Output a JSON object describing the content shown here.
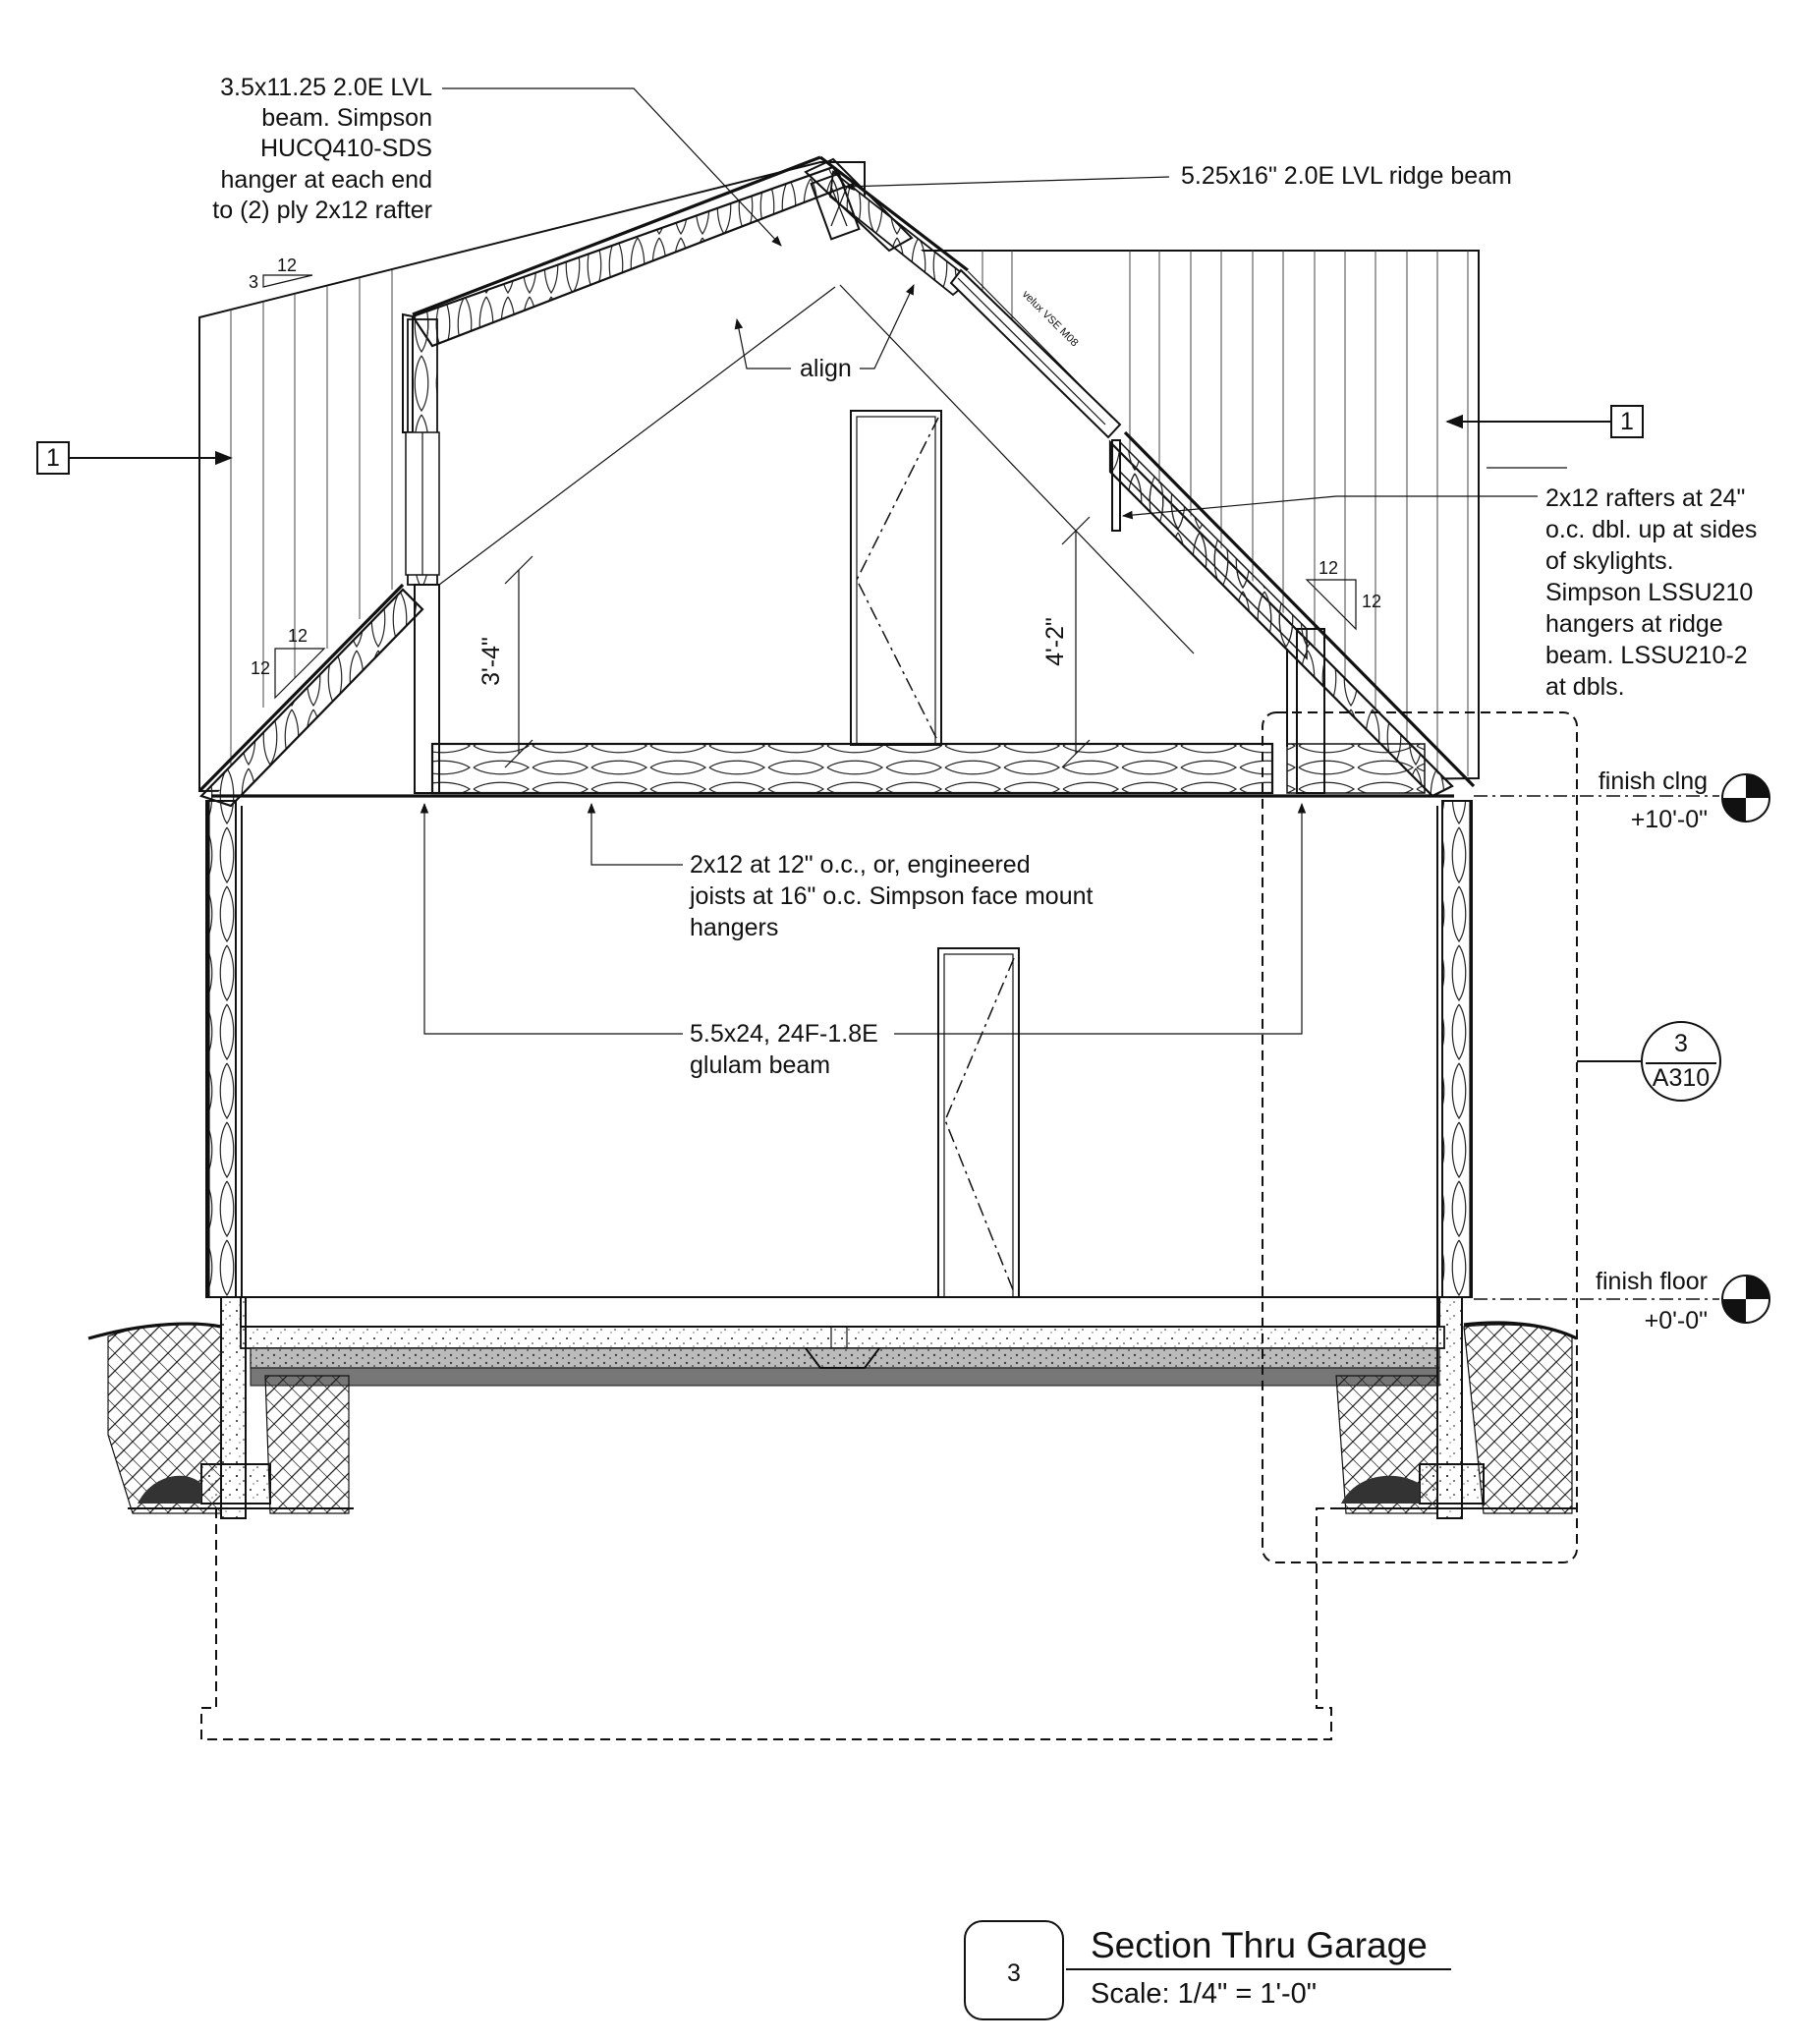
{
  "notes": {
    "lvl_beam": [
      "3.5x11.25 2.0E LVL",
      "beam. Simpson",
      "HUCQ410-SDS",
      "hanger at each end",
      "to (2) ply 2x12 rafter"
    ],
    "ridge_beam": "5.25x16\" 2.0E LVL ridge beam",
    "align": "align",
    "rafters": [
      "2x12 rafters at 24\"",
      "o.c. dbl. up at sides",
      "of skylights.",
      "Simpson LSSU210",
      "hangers at ridge",
      "beam. LSSU210-2",
      "at dbls."
    ],
    "joists": [
      "2x12 at 12\" o.c., or, engineered",
      "joists at 16\" o.c. Simpson face mount",
      "hangers"
    ],
    "glulam": [
      "5.5x24, 24F-1.8E",
      "glulam beam"
    ],
    "skylight": "velux VSE M08"
  },
  "dimensions": {
    "left_knee": "3'-4\"",
    "right_knee": "4'-2\""
  },
  "slopes": {
    "upper_left": {
      "rise": "3",
      "run": "12"
    },
    "lower_left": {
      "rise": "12",
      "run": "12"
    },
    "right": {
      "rise": "12",
      "run": "12"
    }
  },
  "elevations": {
    "ceiling_label": "finish clng",
    "ceiling_value": "+10'-0\"",
    "floor_label": "finish floor",
    "floor_value": "+0'-0\""
  },
  "references": {
    "elevation_tag": "1",
    "detail_number": "3",
    "detail_sheet": "A310"
  },
  "title_block": {
    "number": "3",
    "title": "Section Thru Garage",
    "scale": "Scale: 1/4\" = 1'-0\""
  }
}
